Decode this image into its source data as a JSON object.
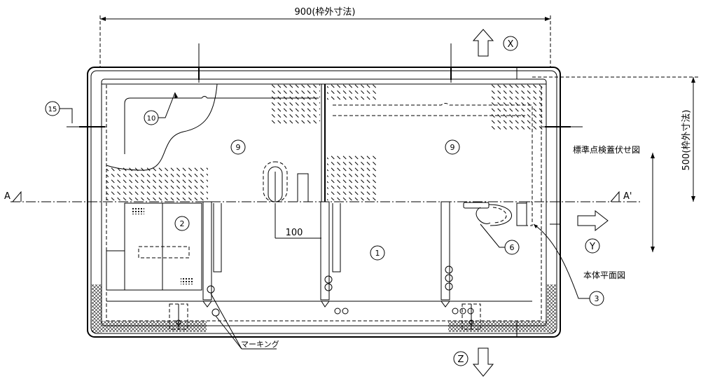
{
  "dimensions": {
    "width_label": "900(枠外寸法)",
    "height_label": "500(枠外寸法)",
    "inner_label": "100"
  },
  "direction_labels": {
    "x": "X",
    "y": "Y",
    "z": "Z"
  },
  "section_labels": {
    "a_left": "A",
    "a_right": "A'"
  },
  "view_labels": {
    "cover_view": "標準点検蓋伏せ図",
    "body_plan": "本体平面図"
  },
  "marking_label": "マーキング",
  "part_numbers": {
    "p1": "1",
    "p2": "2",
    "p3": "3",
    "p6": "6",
    "p9_left": "9",
    "p9_right": "9",
    "p10": "10",
    "p15": "15"
  }
}
